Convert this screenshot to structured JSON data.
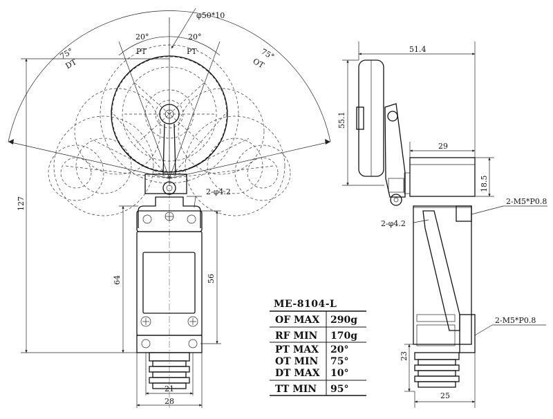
{
  "front_view": {
    "dia_label": "φ50*10",
    "pt_left_angle": "20°",
    "pt_left_label": "PT",
    "pt_right_angle": "20°",
    "pt_right_label": "PT",
    "dt_angle": "75°",
    "dt_label": "DT",
    "ot_angle": "75°",
    "ot_label": "OT",
    "hole_label": "2-φ4.2",
    "height_total": "127",
    "height_64": "64",
    "height_56": "56",
    "width_21": "21",
    "width_28": "28"
  },
  "side_view": {
    "width_514": "51.4",
    "height_551": "55.1",
    "width_29": "29",
    "height_185": "18.5",
    "thread_top": "2-M5*P0.8",
    "hole_label": "2-φ4.2",
    "thread_bottom": "2-M5*P0.8",
    "height_23": "23",
    "width_25": "25"
  },
  "spec_table": {
    "model": "ME-8104-L",
    "rows": [
      {
        "label": "OF MAX",
        "value": "290g"
      },
      {
        "label": "RF MIN",
        "value": "170g"
      },
      {
        "label": "PT MAX",
        "value": "20°"
      },
      {
        "label": "OT MIN",
        "value": "75°"
      },
      {
        "label": "DT MAX",
        "value": "10°"
      },
      {
        "label": "TT MIN",
        "value": "95°"
      }
    ]
  }
}
